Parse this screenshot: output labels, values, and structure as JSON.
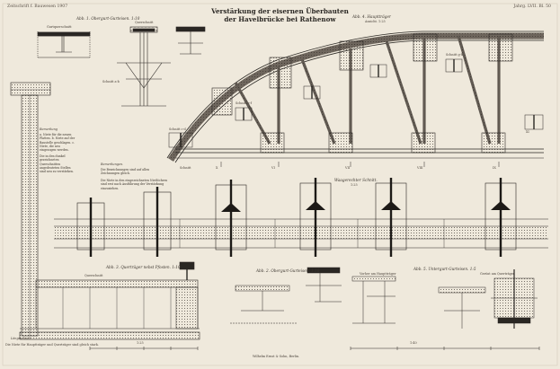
{
  "header": {
    "left": "Zeitschrift f. Bauwesen 1907",
    "right": "Jahrg. LVII. Bl. 50",
    "title_line1": "Verstärkung der eisernen Überbauten",
    "title_line2": "der Havelbrücke bei Rathenow"
  },
  "captions": {
    "abb1": "Abb. 1. Obergurt-Gurteisen. 1:10",
    "abb2": "Abb. 2. Obergurt-Gurteisen. 1:10",
    "abb3": "Abb. 3. Querträger nebst Pfosten. 1:10",
    "abb4": "Abb. 4. Hauptträger",
    "abb4_scale": "Ansicht. 1:25",
    "abb5": "Abb. 5. Untergurt-Gurteisen. 1:5",
    "waag": "Waagerechter Schnitt.",
    "waag_scale": "1:25",
    "schnitt_ab": "Schnitt a-b",
    "schnitt_cd": "Schnitt c-d",
    "schnitt_ef": "Schnitt e-f",
    "schnitt_gh": "Schnitt g-h",
    "langsschnitt": "Längsschnitt",
    "querschnitt": "Querschnitt",
    "vorher": "Vorher am Hauptträger",
    "gerust": "Gerüst am Querträger",
    "bemerkung": "Bemerkung",
    "bemerkungen": "Bemerkungen.",
    "bottom_left": "Die Niete für Hauptträger und Querträger sind gleich stark.",
    "bottom_center": "Wilhelm Ernst & Sohn, Berlin.",
    "scale_left": "1:25",
    "scale_right": "1:40"
  },
  "legend": {
    "block1": "a. Niete für die neuen Platten. b. Niete auf der Baustelle geschlagen. c. Niete, die neu eingezogen werden.",
    "block2": "Die in den dunkel gezeichneten Querschnitten angedeuteten Stellen sind neu zu verstärken.",
    "block3": "Die Bezeichnungen sind auf allen Zeichnungen gleich.",
    "block4": "Die Niete in den eingezeichneten Nietlöchern sind erst nach Ausführung der Verstärkung einzuziehen."
  },
  "panel_labels": [
    "Gurtquerschnitt",
    "Querschnitt",
    "Schnitt",
    "VI",
    "VII",
    "VIII",
    "IX",
    "X",
    "XI"
  ],
  "colors": {
    "paper": "#efe9dc",
    "ink": "#2a2723",
    "section": "#1d1a17",
    "hatch": "#8a8178"
  }
}
